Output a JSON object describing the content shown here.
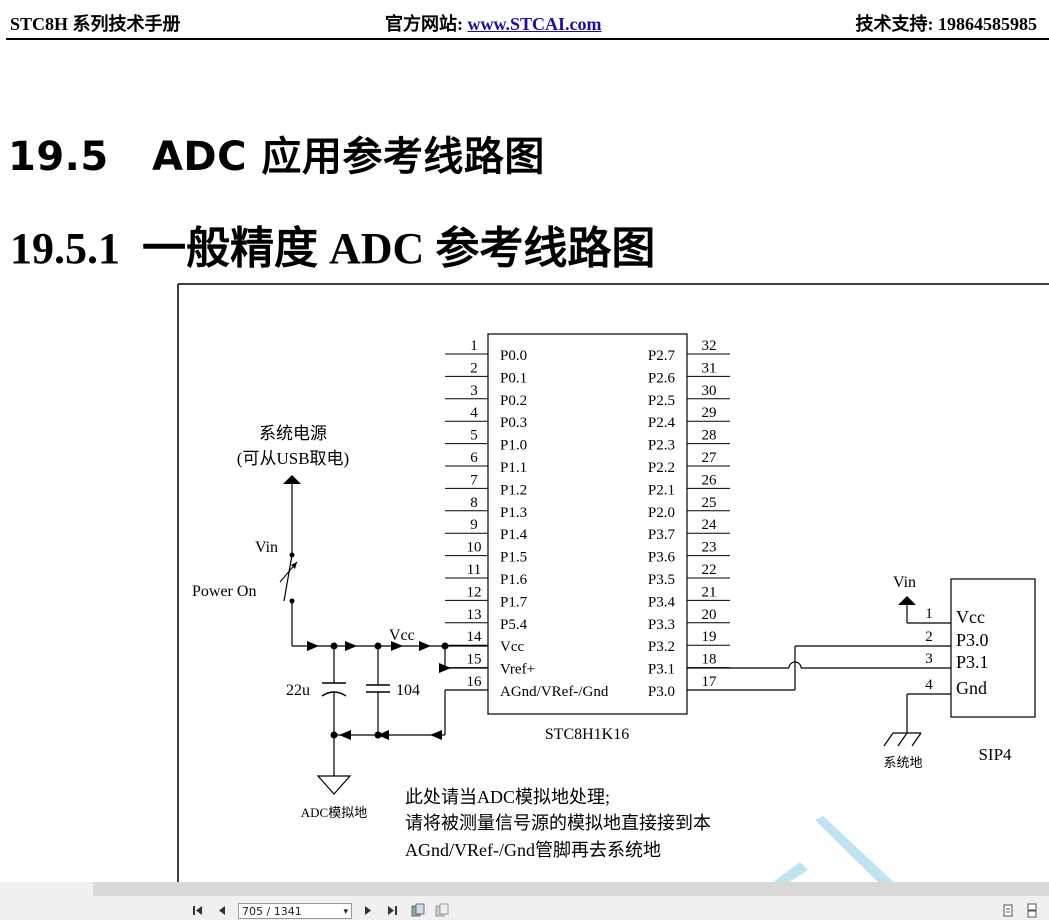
{
  "header": {
    "left": "STC8H 系列技术手册",
    "center_prefix": "官方网站: ",
    "center_link": "www.STCAI.com",
    "right": "技术支持: 19864585985"
  },
  "titles": {
    "section": "19.5   ADC 应用参考线路图",
    "subsection": "19.5.1  一般精度 ADC 参考线路图"
  },
  "chip": {
    "name": "STC8H1K16",
    "left_pins": [
      {
        "num": "1",
        "label": "P0.0"
      },
      {
        "num": "2",
        "label": "P0.1"
      },
      {
        "num": "3",
        "label": "P0.2"
      },
      {
        "num": "4",
        "label": "P0.3"
      },
      {
        "num": "5",
        "label": "P1.0"
      },
      {
        "num": "6",
        "label": "P1.1"
      },
      {
        "num": "7",
        "label": "P1.2"
      },
      {
        "num": "8",
        "label": "P1.3"
      },
      {
        "num": "9",
        "label": "P1.4"
      },
      {
        "num": "10",
        "label": "P1.5"
      },
      {
        "num": "11",
        "label": "P1.6"
      },
      {
        "num": "12",
        "label": "P1.7"
      },
      {
        "num": "13",
        "label": "P5.4"
      },
      {
        "num": "14",
        "label": "Vcc"
      },
      {
        "num": "15",
        "label": "Vref+"
      },
      {
        "num": "16",
        "label": "AGnd/VRef-/Gnd"
      }
    ],
    "right_pins": [
      {
        "num": "32",
        "label": "P2.7"
      },
      {
        "num": "31",
        "label": "P2.6"
      },
      {
        "num": "30",
        "label": "P2.5"
      },
      {
        "num": "29",
        "label": "P2.4"
      },
      {
        "num": "28",
        "label": "P2.3"
      },
      {
        "num": "27",
        "label": "P2.2"
      },
      {
        "num": "26",
        "label": "P2.1"
      },
      {
        "num": "25",
        "label": "P2.0"
      },
      {
        "num": "24",
        "label": "P3.7"
      },
      {
        "num": "23",
        "label": "P3.6"
      },
      {
        "num": "22",
        "label": "P3.5"
      },
      {
        "num": "21",
        "label": "P3.4"
      },
      {
        "num": "20",
        "label": "P3.3"
      },
      {
        "num": "19",
        "label": "P3.2"
      },
      {
        "num": "18",
        "label": "P3.1"
      },
      {
        "num": "17",
        "label": "P3.0"
      }
    ]
  },
  "sip": {
    "name": "SIP4",
    "pins": [
      {
        "num": "1",
        "label": "Vcc"
      },
      {
        "num": "2",
        "label": "P3.0"
      },
      {
        "num": "3",
        "label": "P3.1"
      },
      {
        "num": "4",
        "label": "Gnd"
      }
    ],
    "vin_label": "Vin",
    "gnd_label": "系统地"
  },
  "power": {
    "line1": "系统电源",
    "line2": "(可从USB取电)",
    "vin_label": "Vin",
    "switch_label": "Power On",
    "vcc_label": "Vcc",
    "cap1": "22u",
    "cap2": "104",
    "adc_gnd_label": "ADC模拟地"
  },
  "note": {
    "line1": "此处请当ADC模拟地处理;",
    "line2": "请将被测量信号源的模拟地直接接到本",
    "line3": "AGnd/VRef-/Gnd管脚再去系统地"
  },
  "viewer": {
    "page_indicator": "705 / 1341"
  }
}
